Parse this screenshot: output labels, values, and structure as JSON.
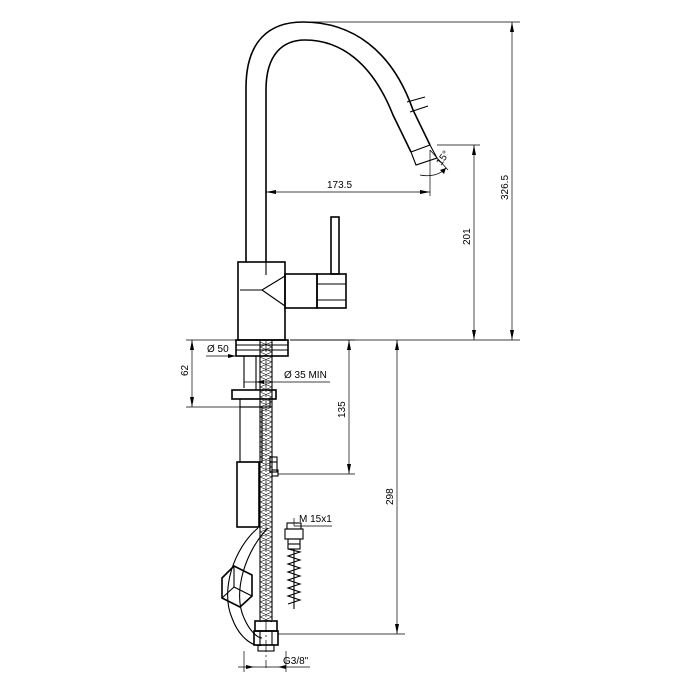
{
  "dimensions": {
    "reach": "173.5",
    "spout_height": "201",
    "total_height": "326.5",
    "base_diameter": "Ø 50",
    "hole_diameter": "Ø 35 MIN",
    "body_below_deck": "62",
    "shank_length": "135",
    "hose_length": "298",
    "thread_hose": "M 15x1",
    "thread_connection": "G3/8\"",
    "spout_angle": "15°"
  }
}
